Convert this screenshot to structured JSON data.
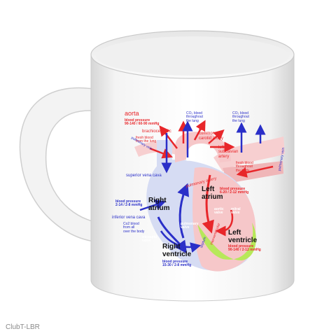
{
  "watermark": "ClubT-LBR",
  "labels": {
    "aorta_top": "aorta",
    "aorta_bp": "blood pressure\n90-140 / 60-90 mmHg",
    "brachiocephalic": "brachiocephalic",
    "fresh_left": "fresh blood\nfrom the lung",
    "co2_center": "CO₂ blood\nthroughout\nthe lung",
    "co2_right": "CO₂ blood\nthroughout\nthe lung",
    "left_common_carotid": "left\ncommon\ncarotid artery",
    "left_subclavian": "left\nsubclavian\nartery",
    "fresh_right": "fresh blood\nthroughout\nthe body",
    "pulmonary_vein_left": "pulmonary vein",
    "pulmonary_vein_right": "pulmonary vein",
    "aorta_inner": "aorta",
    "superior_vena_cava": "superior vena cava",
    "pulmonary_artery": "pulmonary artery",
    "left_atrium": "Left\natrium",
    "la_bp": "blood pressure\n6-20 / 2-12 mmHg",
    "right_atrium": "Right\natrium",
    "ra_bp": "blood pressure\n2-14 / 2-8 mmHg",
    "aortic_valve": "aortic\nvalve",
    "mitral_valve": "mitral\nvalve",
    "inferior_vena_cava": "inferior vena cava",
    "co2_body": "Co2 blood\nfrom all\nover the body",
    "pulmonary_valve": "pulmonary\nvalve",
    "tricuspid_valve": "tricuspid\nvalve",
    "interventricular": "interventricular",
    "septum": "septum",
    "left_ventricle": "Left\nventricle",
    "lv_bp": "blood pressure\n90-140 / 2-12 mmHg",
    "right_ventricle": "Right\nventricle",
    "rv_bp": "blood pressure\n15-30 / 2-8 mmHg"
  },
  "colors": {
    "artery_red": "#e8262a",
    "vein_blue": "#2a2fc8",
    "heart_pink": "#f6c7c9",
    "heart_blue": "#d6dcf3",
    "septum_green": "#b7e85a",
    "mug": "#ffffff"
  }
}
